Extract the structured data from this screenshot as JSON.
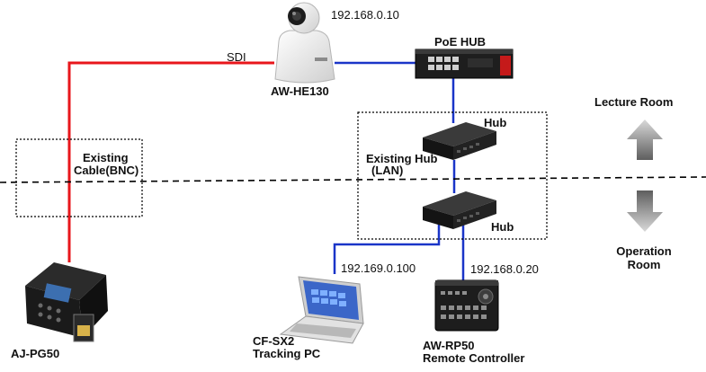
{
  "colors": {
    "sdi_cable": "#e8161b",
    "lan_cable": "#1a35c8",
    "divider": "#000000",
    "box_border": "#000000",
    "arrow_grey": "#6f6f6f",
    "device_dark": "#1f1f1f"
  },
  "labels": {
    "sdi": "SDI",
    "camera_ip": "192.168.0.10",
    "camera_model": "AW-HE130",
    "poe_hub": "PoE HUB",
    "hub_top": "Hub",
    "hub_bottom": "Hub",
    "existing_hub_line1": "Existing Hub",
    "existing_hub_line2": "(LAN)",
    "existing_cable_line1": "Existing",
    "existing_cable_line2": "Cable(BNC)",
    "lecture_room": "Lecture Room",
    "operation_room_line1": "Operation",
    "operation_room_line2": "Room",
    "pc_ip": "192.169.0.100",
    "controller_ip": "192.168.0.20",
    "recorder_model": "AJ-PG50",
    "pc_line1": "CF-SX2",
    "pc_line2": "Tracking PC",
    "controller_line1": "AW-RP50",
    "controller_line2": "Remote Controller"
  },
  "icons": {
    "camera": "ptz-camera-icon",
    "poe_hub": "poe-switch-icon",
    "hub": "network-hub-icon",
    "recorder": "memory-card-recorder-icon",
    "pc": "laptop-icon",
    "controller": "remote-controller-icon",
    "up_arrow": "up-arrow-icon",
    "down_arrow": "down-arrow-icon"
  }
}
